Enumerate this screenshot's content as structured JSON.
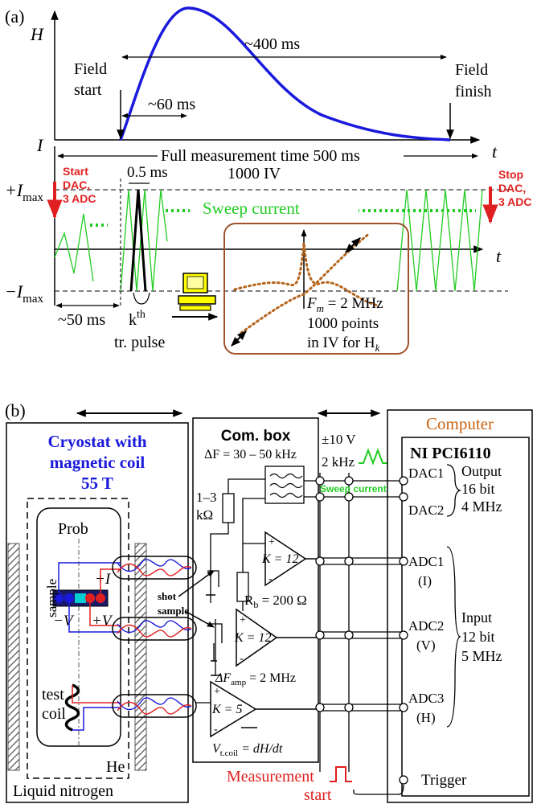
{
  "panel_a": {
    "label": "(a)",
    "axis_h": "H",
    "axis_i": "I",
    "axis_t": "t",
    "field_start": [
      "Field",
      "start"
    ],
    "field_finish": [
      "Field",
      "finish"
    ],
    "dur_60": "~60 ms",
    "dur_400": "~400 ms",
    "full_time": "Full measurement time 500 ms",
    "iv_count": "1000 IV",
    "imax_pos": "+I",
    "imax_neg": "−I",
    "imax_sub": "max",
    "start_dac": [
      "Start",
      "DAC,",
      "3 ADC"
    ],
    "stop_dac": [
      "Stop",
      "DAC,",
      "3 ADC"
    ],
    "pulse_width": "0.5 ms",
    "sweep_current": "Sweep current",
    "dur_50": "~50 ms",
    "kth": "k",
    "kth_sup": "th",
    "tr_pulse": "tr. pulse",
    "fm": "F",
    "fm_sub": "m",
    "fm_val": " = 2 MHz",
    "points": "1000 points",
    "iv_for": "in IV for H",
    "iv_for_sub": "k"
  },
  "panel_b": {
    "label": "(b)",
    "cryostat": [
      "Cryostat with",
      "magnetic coil",
      "55 T"
    ],
    "prob": "Prob",
    "sample": "sample",
    "plus_i": "+I",
    "minus_v": "−V",
    "plus_v": "+V",
    "test_coil": [
      "test",
      "coil"
    ],
    "he": "He",
    "liquid_n2": "Liquid nitrogen",
    "combox": "Com. box",
    "delta_f": "ΔF = 30 – 50 kHz",
    "resistor": [
      "1–3",
      "kΩ"
    ],
    "k12a": "K = 12",
    "k12b": "K = 12",
    "k5": "K = 5",
    "rb": "R",
    "rb_sub": "b",
    "rb_val": " = 200 Ω",
    "shot_sample": [
      "shot",
      "sample"
    ],
    "df_amp": "ΔF",
    "df_amp_sub": "amp",
    "df_amp_val": " = 2 MHz",
    "vcoil": "V",
    "vcoil_sub": "t.coil",
    "vcoil_val": " = dH/dt",
    "pm10v": "±10 V",
    "f2k": "2 kHz",
    "sweep_current": "Sweep current",
    "computer": "Computer",
    "ni": "NI PCI6110",
    "dac1": "DAC1",
    "dac2": "DAC2",
    "output": [
      "Output",
      "16 bit",
      "4 MHz"
    ],
    "adc1": [
      "ADC1",
      "(I)"
    ],
    "adc2": [
      "ADC2",
      "(V)"
    ],
    "adc3": [
      "ADC3",
      "(H)"
    ],
    "input": [
      "Input",
      "12 bit",
      "5 MHz"
    ],
    "trigger": "Trigger",
    "measurement": "Measurement",
    "start": "start"
  },
  "colors": {
    "field_curve": "#1a1adc",
    "sweep": "#22cc22",
    "red": "#e02020",
    "blue_text": "#1a1adc",
    "brown": "#a0522d",
    "orange_text": "#c86414",
    "dots": "#b5651d",
    "cyan": "#00ced1",
    "pc_yellow": "#ffff00"
  }
}
